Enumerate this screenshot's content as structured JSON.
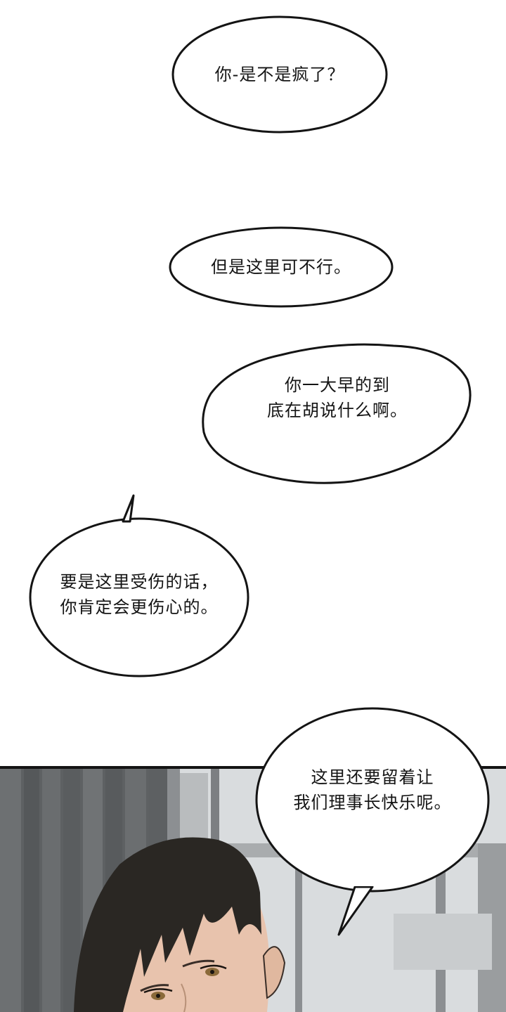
{
  "colors": {
    "bubble_fill": "#ffffff",
    "bubble_stroke": "#141414",
    "text": "#141414",
    "scene_wall": "#5e6163",
    "scene_window": "#d9dcde",
    "scene_frame": "#8c8f92",
    "hair": "#2a2723",
    "skin": "#e8c3ad",
    "eye": "#8a6a3a"
  },
  "panel_1": {
    "bubbles": [
      {
        "lines": [
          "你-是不是疯了？"
        ]
      },
      {
        "lines": [
          "但是这里可不行。"
        ]
      },
      {
        "lines": [
          "你一大早的到",
          "底在胡说什么啊。"
        ]
      },
      {
        "lines": [
          "要是这里受伤的话，",
          "你肯定会更伤心的。"
        ]
      }
    ]
  },
  "panel_2": {
    "bubbles": [
      {
        "lines": [
          "这里还要留着让",
          "我们理事长快乐呢。"
        ]
      }
    ]
  }
}
